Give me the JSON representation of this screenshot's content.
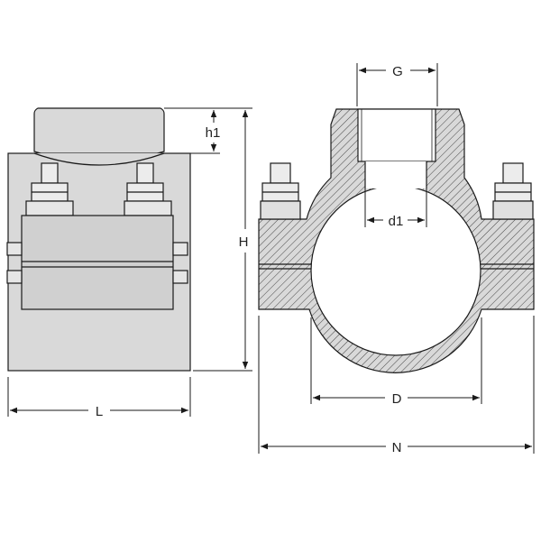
{
  "drawing": {
    "labels": {
      "G": "G",
      "h1": "h1",
      "H": "H",
      "d1": "d1",
      "L": "L",
      "D": "D",
      "N": "N"
    },
    "colors": {
      "line": "#1a1a1a",
      "body_fill": "#d9d9d9",
      "light_fill": "#efefef",
      "hatch": "#444444",
      "background": "#ffffff"
    }
  }
}
